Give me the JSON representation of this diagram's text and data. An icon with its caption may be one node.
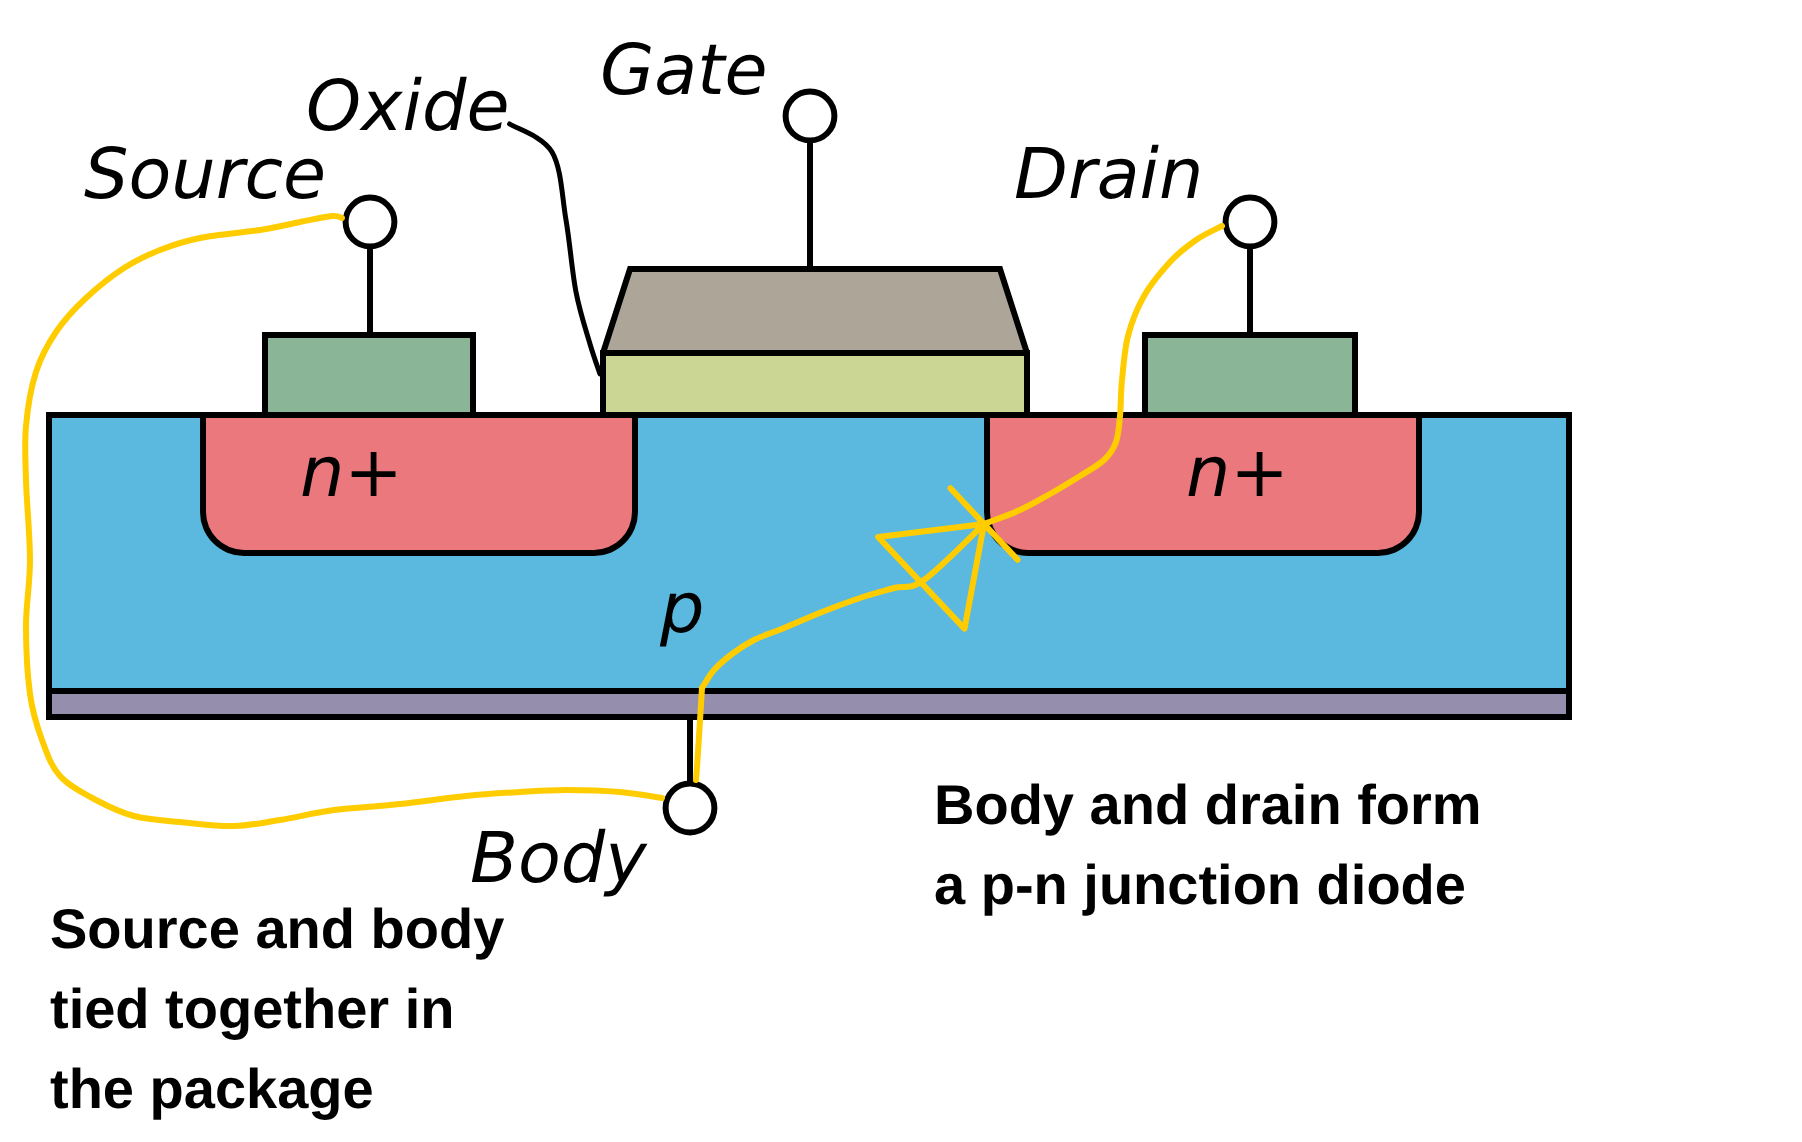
{
  "diagram": {
    "nodes": [
      {
        "text": [
          "Oxide"
        ]
      },
      {
        "text": [],
        "shape": "circle",
        "beside": [
          "Gate"
        ]
      },
      {
        "text": [],
        "shape": "circle",
        "beside": [
          "Source"
        ]
      },
      {
        "text": [],
        "shape": "circle",
        "beside": [
          "Drain"
        ]
      },
      {
        "text": [],
        "shape": "trapezoid"
      },
      {
        "text": [],
        "shape": "box"
      },
      {
        "text": [],
        "shape": "box"
      },
      {
        "text": [],
        "shape": "box"
      },
      {
        "text": [
          "p"
        ]
      },
      {
        "text": [
          "n+"
        ],
        "in": 8
      },
      {
        "text": [
          "n+"
        ],
        "in": 8
      },
      {
        "text": [],
        "shape": "bar"
      },
      {
        "text": [],
        "shape": "circle",
        "beside": [
          "Body"
        ]
      }
    ],
    "edges": [
      {
        "from": 0,
        "to": 6,
        "arrow": "none"
      },
      {
        "from": 1,
        "to": 4,
        "arrow": "none"
      },
      {
        "from": 2,
        "to": 5,
        "arrow": "none"
      },
      {
        "from": 3,
        "to": 7,
        "arrow": "none"
      },
      {
        "from": 12,
        "to": 11,
        "arrow": "none"
      },
      {
        "from": 2,
        "to": 12,
        "arrow": "none",
        "color": "#ffcc00"
      },
      {
        "from": 12,
        "to": 11,
        "arrow": "none",
        "color": "#ffcc00"
      },
      {
        "from": 11,
        "to": 10,
        "arrow": "to",
        "color": "#ffcc00"
      },
      {
        "from": 10,
        "to": 3,
        "arrow": "none",
        "color": "#ffcc00"
      }
    ],
    "labels": [
      "Body and drain form a p-n junction diode",
      "Source and body tied together in the package"
    ]
  }
}
